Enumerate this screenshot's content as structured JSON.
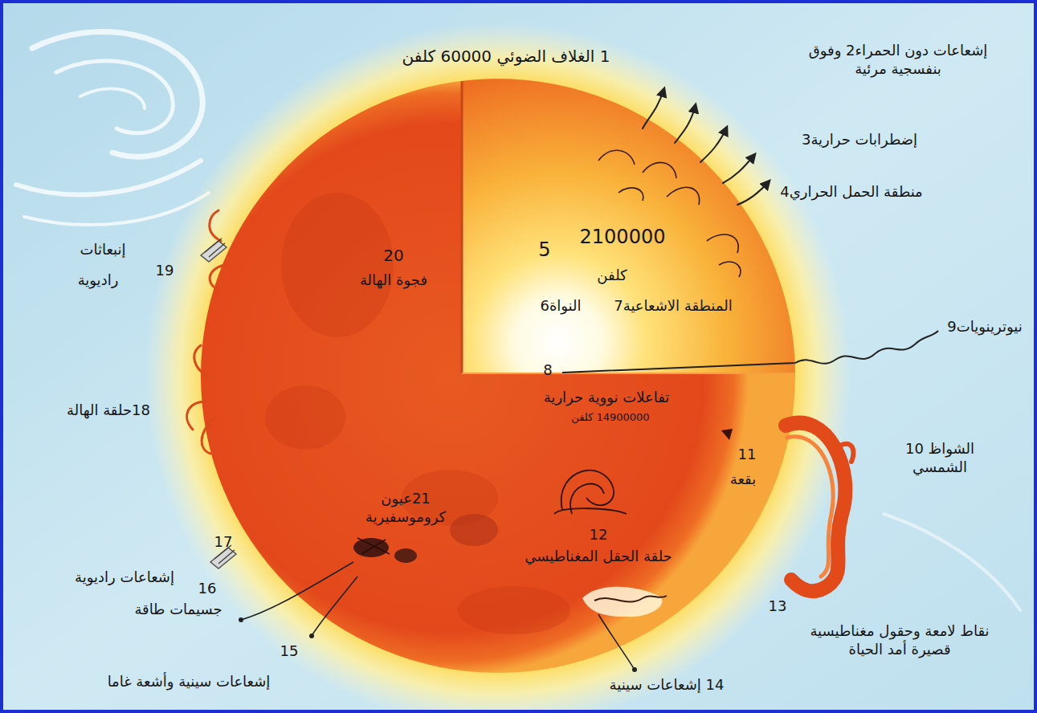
{
  "diagram": {
    "labels": [
      "1 الغلاف الضوئي 60000 كلفن",
      "إشعاعات دون الحمراء2 وفوق بنفسجية مرئية",
      "إضطرابات حرارية3",
      "منطقة الحمل الحراري4",
      "إنبعاثات",
      "19",
      "راديوية",
      "20",
      "فجوة الهالة",
      "5",
      "2100000",
      "كلفن",
      "النواة6",
      "المنطقة الاشعاعية7",
      "نيوترينويات9",
      "8",
      "تفاعلات نووية حرارية",
      "14900000 كلفن",
      "18حلقة الهالة",
      "الشواظ 10 الشمسي",
      "11",
      "بقعة",
      "21عيون كروموسفيرية",
      "12",
      "حلقة الحقل المغناطيسي",
      "17",
      "إشعاعات راديوية",
      "16",
      "جسيمات طاقة",
      "13",
      "نقاط لامعة وحقول مغناطيسية قصيرة أمد الحياة",
      "15",
      "إشعاعات سينية وأشعة غاما",
      "14 إشعاعات سينية"
    ]
  }
}
